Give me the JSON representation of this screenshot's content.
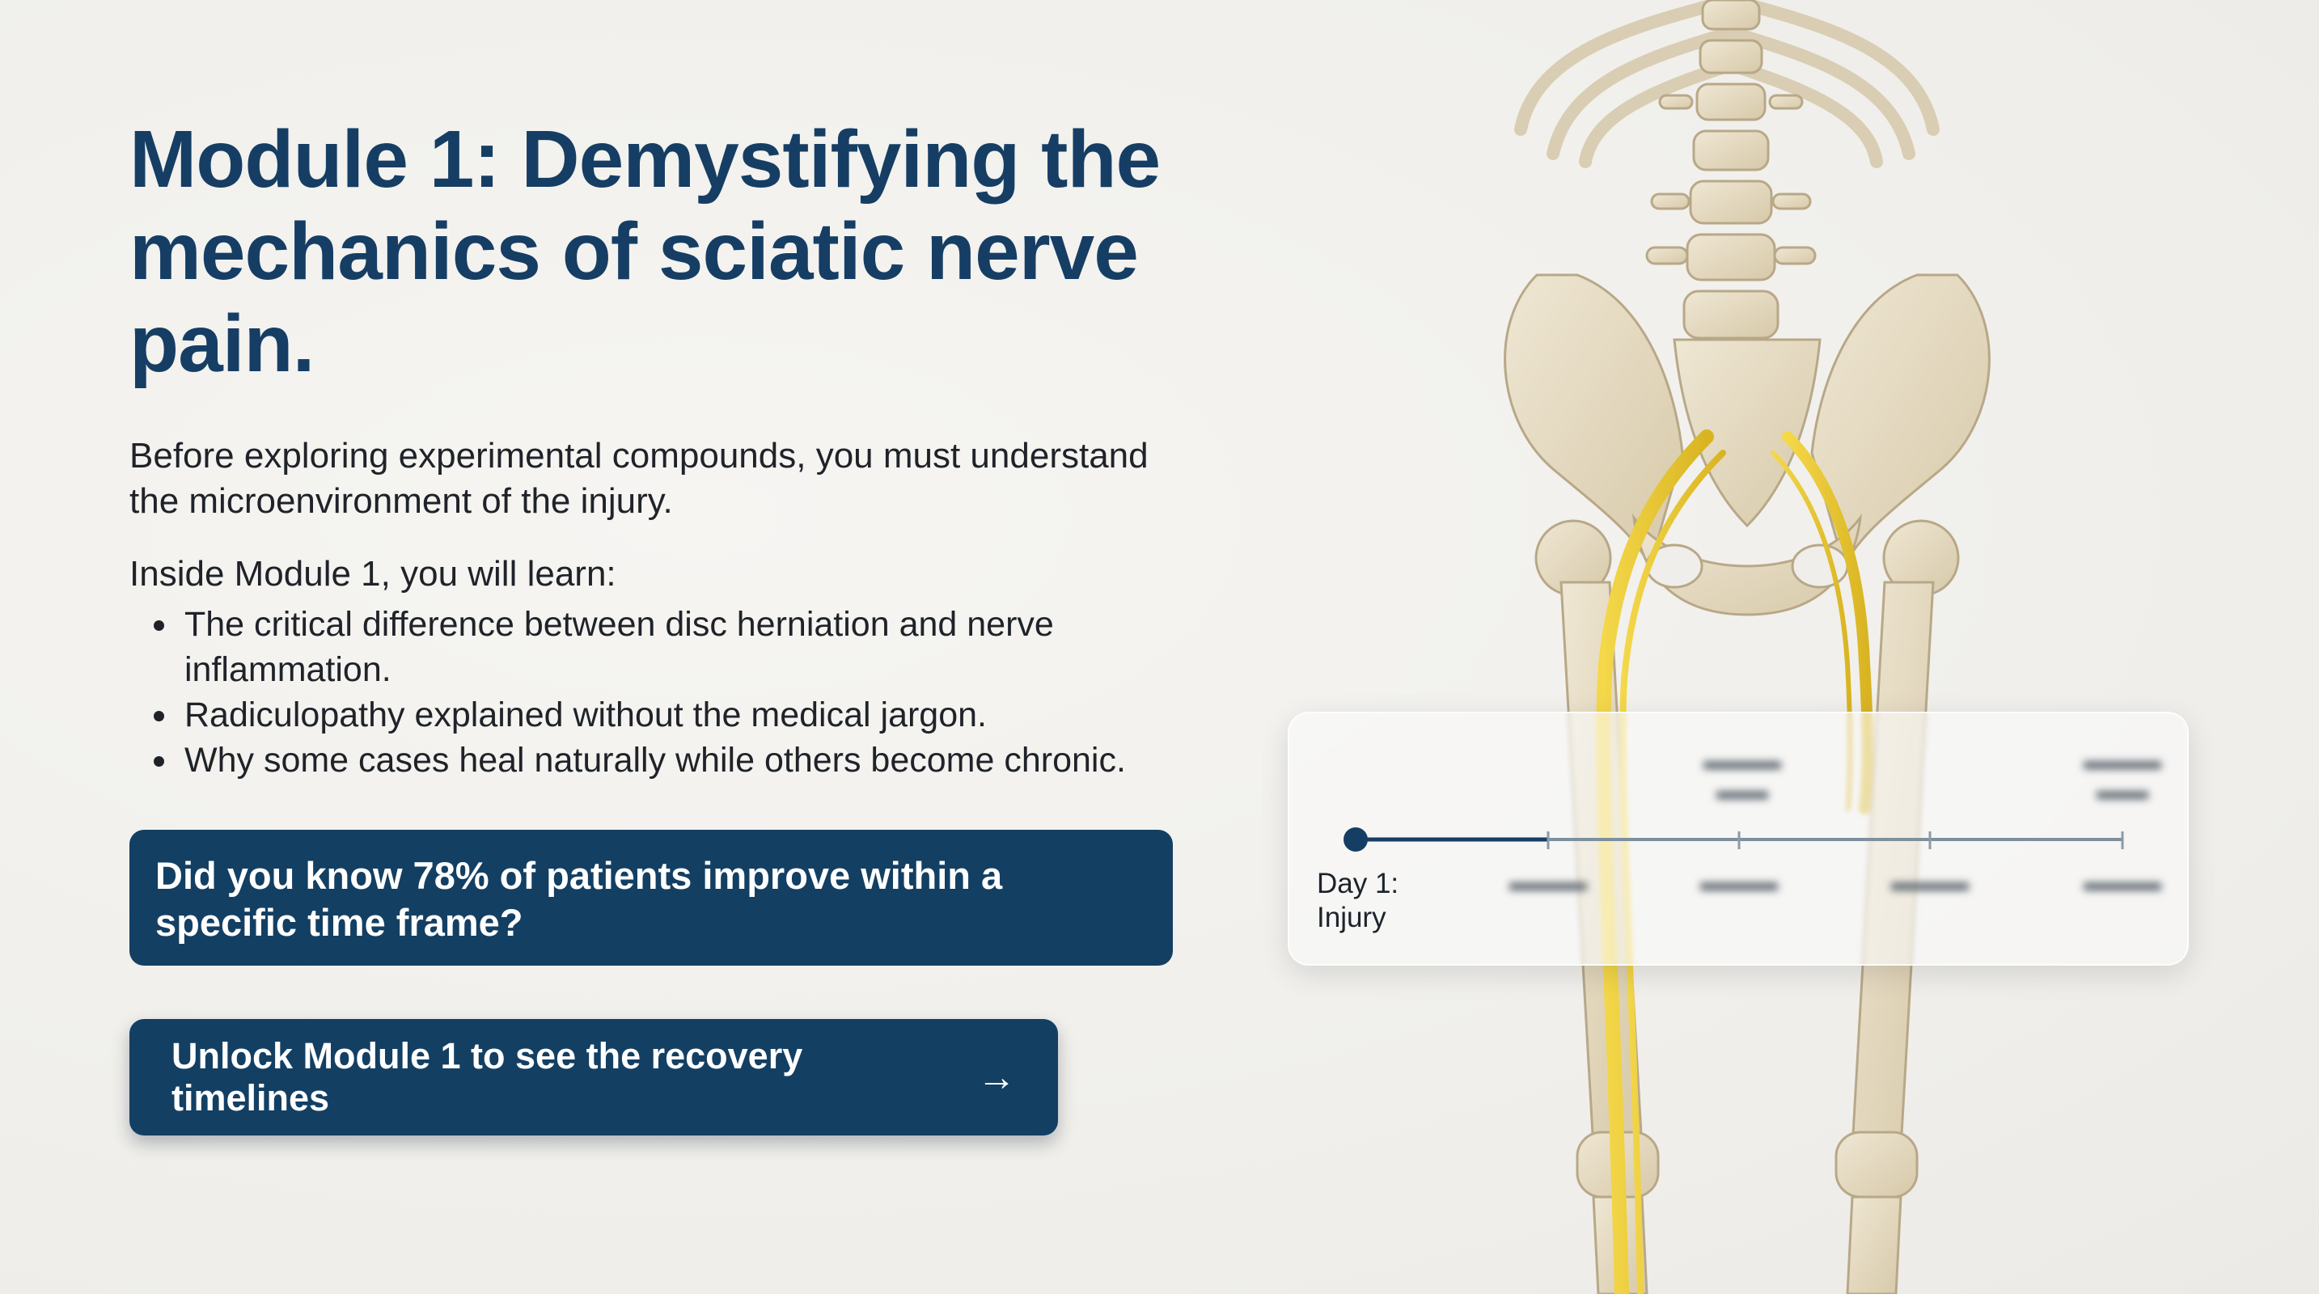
{
  "module": {
    "title": "Module 1: Demystifying the mechanics of sciatic nerve pain.",
    "intro": "Before exploring experimental compounds, you must understand the microenvironment of the injury.",
    "learn_heading": "Inside Module 1, you will learn:",
    "learn_items": [
      "The critical difference between disc herniation and nerve inflammation.",
      "Radiculopathy explained without the medical jargon.",
      "Why some cases heal naturally while others become chronic."
    ]
  },
  "callout": {
    "text": "Did you know 78% of patients improve within a specific time frame?"
  },
  "cta": {
    "label": "Unlock Module 1 to see the recovery timelines",
    "arrow": "→"
  },
  "timeline": {
    "start_label_line1": "Day 1:",
    "start_label_line2": "Injury"
  },
  "colors": {
    "title": "#163e64",
    "button_bg": "#133f63",
    "nerve": "#f0cf3a",
    "bone": "#e6dcc6"
  },
  "icons": {
    "cta_arrow": "arrow-right-icon",
    "timeline_start": "timeline-dot-icon"
  }
}
